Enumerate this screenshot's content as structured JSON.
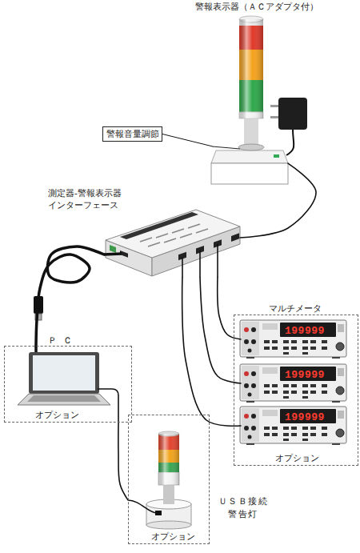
{
  "diagram": {
    "nodes": [
      {
        "text": [
          "警報表示器（ＡＣアダプタ付）"
        ]
      },
      {
        "text": [
          "警報音量調節"
        ]
      },
      {
        "text": [
          "測定器-警報表示器 インターフェース"
        ]
      },
      {
        "text": [
          "ＰＣ",
          "オプション"
        ]
      },
      {
        "text": [
          "マルチメータ",
          "オプション"
        ]
      },
      {
        "text": [
          "199999"
        ],
        "in": 4
      },
      {
        "text": [
          "199999"
        ],
        "in": 4
      },
      {
        "text": [
          "199999"
        ],
        "in": 4
      },
      {
        "text": [
          "ＵＳＢ接続 警告灯",
          "オプション"
        ]
      }
    ],
    "edges": [
      {
        "from": 1,
        "to": 0,
        "arrow": "none"
      },
      {
        "from": 2,
        "to": 0,
        "arrow": "none"
      },
      {
        "from": 2,
        "to": 5,
        "arrow": "none"
      },
      {
        "from": 2,
        "to": 6,
        "arrow": "none"
      },
      {
        "from": 2,
        "to": 7,
        "arrow": "none"
      },
      {
        "from": 2,
        "to": 3,
        "arrow": "none"
      },
      {
        "from": 3,
        "to": 8,
        "arrow": "none"
      }
    ]
  }
}
